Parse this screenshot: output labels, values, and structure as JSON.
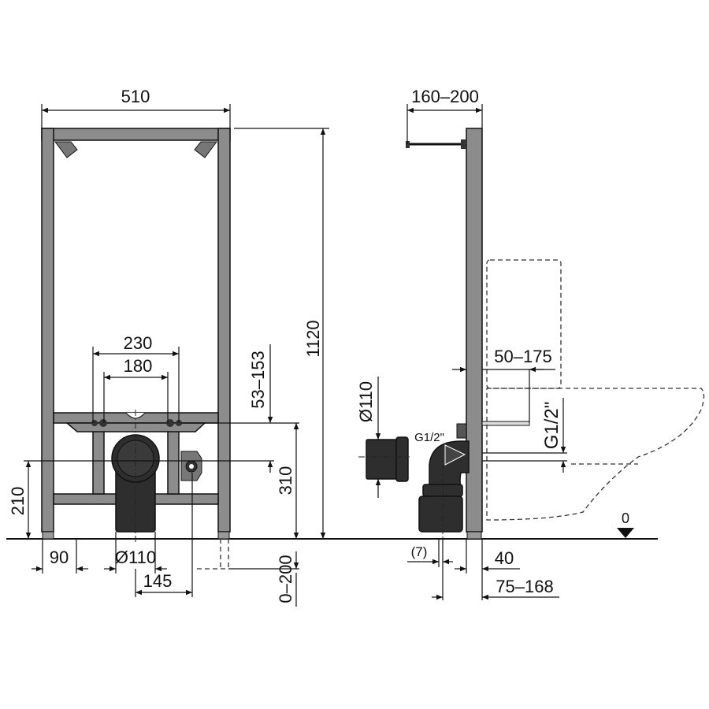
{
  "front_view": {
    "width": "510",
    "height": "1120",
    "hole_spacing_outer": "230",
    "hole_spacing_inner": "180",
    "adjust_range": "53–153",
    "height_310": "310",
    "height_210": "210",
    "foot_offset": "90",
    "drain_diameter": "Ø110",
    "connector_offset": "145",
    "leg_extension": "0–200"
  },
  "side_view": {
    "depth_range": "160–200",
    "rod_range": "50–175",
    "fitting_diameter": "Ø110",
    "water_connection": "G1/2\"",
    "water_connection_vertical": "G1/2\"",
    "offset_7": "(7)",
    "frame_depth": "40",
    "drain_range": "75–168",
    "floor_level": "0"
  }
}
